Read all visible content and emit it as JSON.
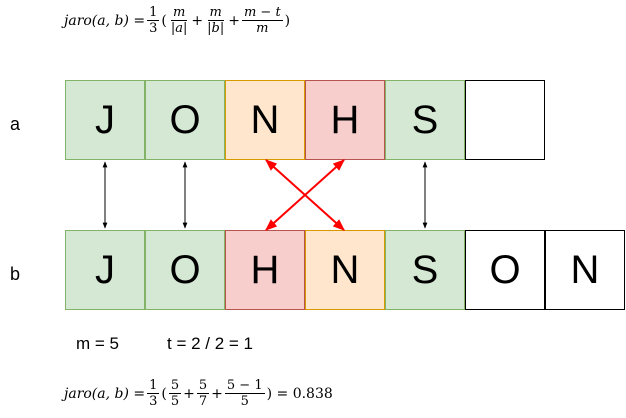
{
  "formula_top": {
    "lhs": "jaro(a, b) =",
    "coef_num": "1",
    "coef_den": "3",
    "t1_num": "m",
    "t1_den": "|a|",
    "plus1": "+",
    "t2_num": "m",
    "t2_den": "|b|",
    "plus2": "+",
    "t3_num": "m − t",
    "t3_den": "m",
    "open": "(",
    "close": ")"
  },
  "label_a": "a",
  "label_b": "b",
  "row_a": [
    {
      "letter": "J",
      "status": "match"
    },
    {
      "letter": "O",
      "status": "match"
    },
    {
      "letter": "N",
      "status": "transposed-orange"
    },
    {
      "letter": "H",
      "status": "transposed-red"
    },
    {
      "letter": "S",
      "status": "match"
    },
    {
      "letter": "",
      "status": "empty"
    }
  ],
  "row_b": [
    {
      "letter": "J",
      "status": "match"
    },
    {
      "letter": "O",
      "status": "match"
    },
    {
      "letter": "H",
      "status": "transposed-red"
    },
    {
      "letter": "N",
      "status": "transposed-orange"
    },
    {
      "letter": "S",
      "status": "match"
    },
    {
      "letter": "O",
      "status": "empty"
    },
    {
      "letter": "N",
      "status": "empty"
    }
  ],
  "stat_m": "m = 5",
  "stat_t": "t = 2 / 2 = 1",
  "formula_bottom": {
    "lhs": "jaro(a, b) =",
    "coef_num": "1",
    "coef_den": "3",
    "t1_num": "5",
    "t1_den": "5",
    "plus1": "+",
    "t2_num": "5",
    "t2_den": "7",
    "plus2": "+",
    "t3_num": "5 − 1",
    "t3_den": "5",
    "open": "(",
    "close_result": ") = 0.838"
  },
  "colors": {
    "match_fill": "#d5e8d4",
    "match_border": "#82b366",
    "orange_fill": "#ffe6cc",
    "orange_border": "#d79b00",
    "red_fill": "#f8cecc",
    "red_border": "#b85450",
    "empty_fill": "#ffffff",
    "empty_border": "#000000",
    "match_arrow": "#000000",
    "transposition_arrow": "#ff0000"
  }
}
